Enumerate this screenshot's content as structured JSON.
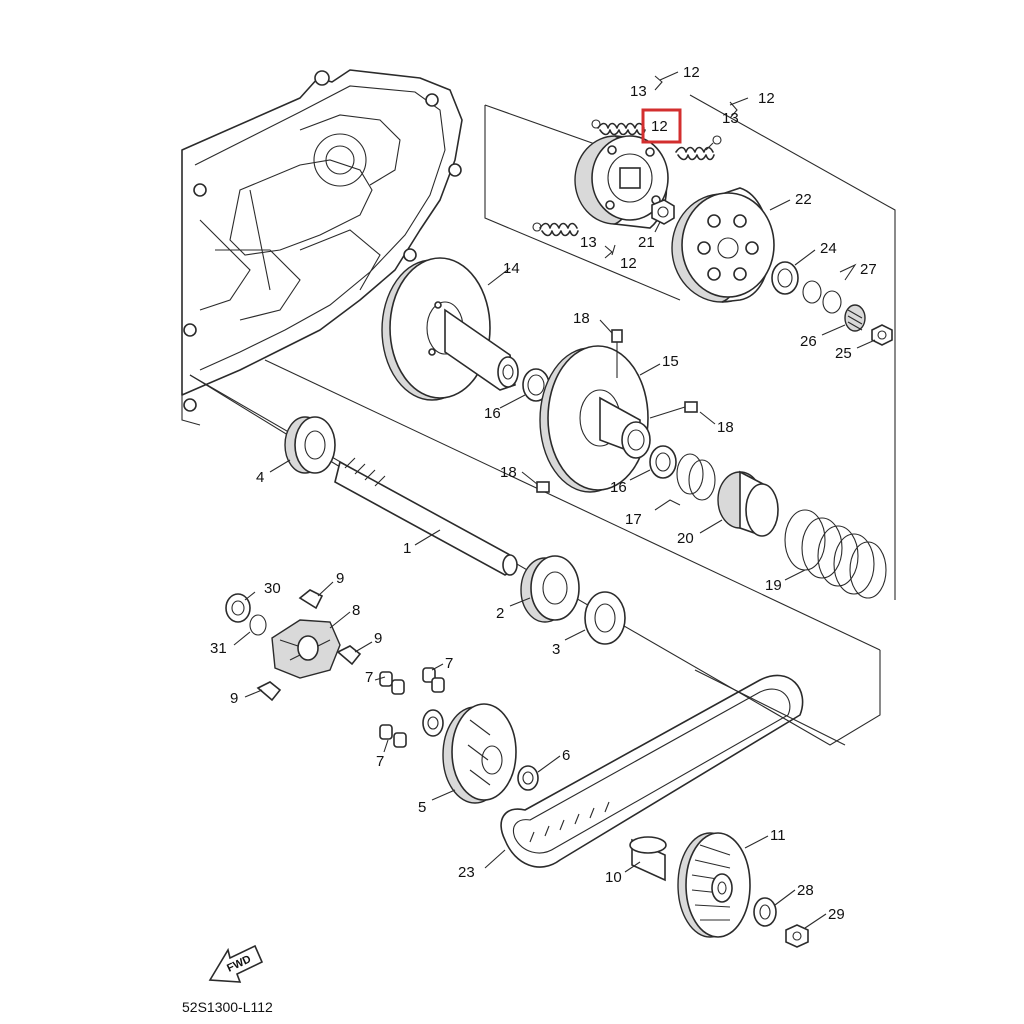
{
  "diagram": {
    "code": "52S1300-L112",
    "direction_label": "FWD",
    "highlight_color": "#d32f2f",
    "highlighted_part": "12",
    "labels": {
      "p1": "1",
      "p2": "2",
      "p3": "3",
      "p4": "4",
      "p5": "5",
      "p6": "6",
      "p7a": "7",
      "p7b": "7",
      "p7c": "7",
      "p8": "8",
      "p9a": "9",
      "p9b": "9",
      "p9c": "9",
      "p10": "10",
      "p11": "11",
      "p12a": "12",
      "p12b": "12",
      "p12c": "12",
      "p12d": "12",
      "p13a": "13",
      "p13b": "13",
      "p13c": "13",
      "p14": "14",
      "p15": "15",
      "p16a": "16",
      "p16b": "16",
      "p17": "17",
      "p18a": "18",
      "p18b": "18",
      "p18c": "18",
      "p19": "19",
      "p20": "20",
      "p21": "21",
      "p22": "22",
      "p23": "23",
      "p24": "24",
      "p25": "25",
      "p26": "26",
      "p27": "27",
      "p28": "28",
      "p29": "29",
      "p30": "30",
      "p31": "31"
    }
  }
}
